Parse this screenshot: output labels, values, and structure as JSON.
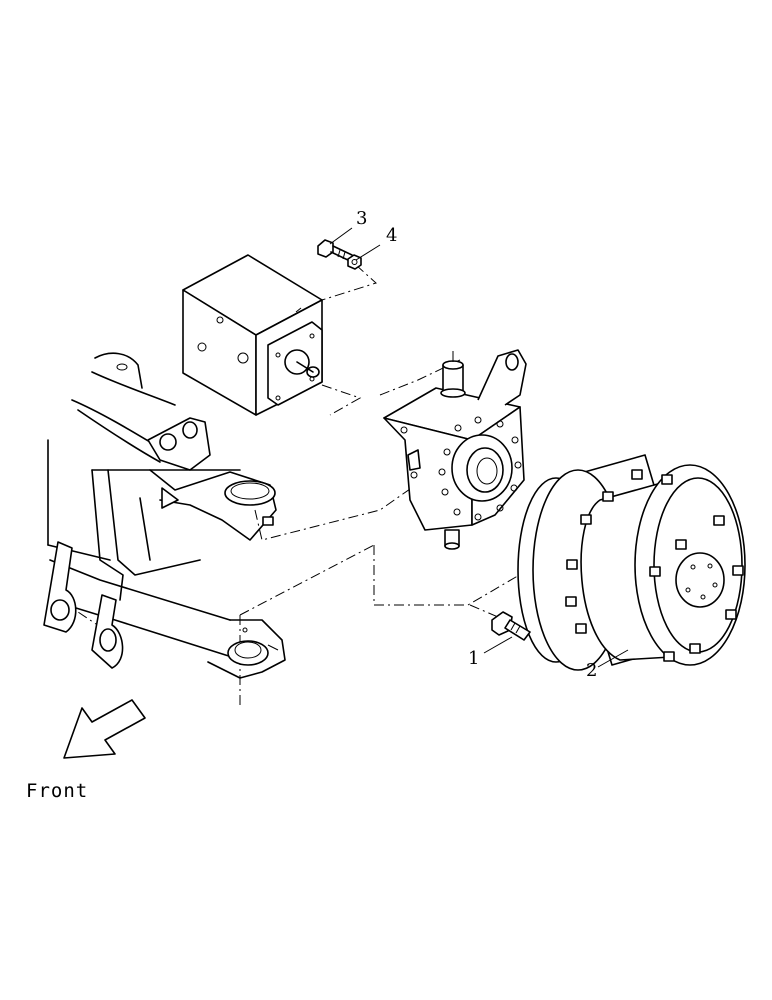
{
  "callouts": [
    {
      "id": "1",
      "text": "1"
    },
    {
      "id": "2",
      "text": "2"
    },
    {
      "id": "3",
      "text": "3"
    },
    {
      "id": "4",
      "text": "4"
    }
  ],
  "direction_label": "Front",
  "icons": [
    "front-direction-arrow-icon"
  ]
}
